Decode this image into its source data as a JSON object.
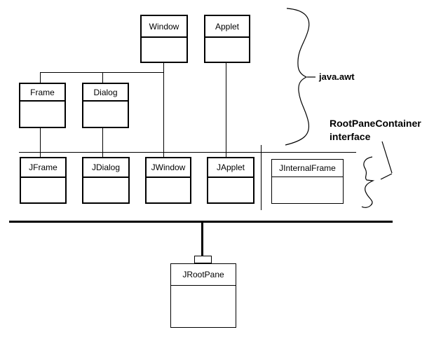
{
  "diagram": {
    "boxes": [
      {
        "id": "window",
        "label": "Window"
      },
      {
        "id": "applet",
        "label": "Applet"
      },
      {
        "id": "frame",
        "label": "Frame"
      },
      {
        "id": "dialog",
        "label": "Dialog"
      },
      {
        "id": "jframe",
        "label": "JFrame"
      },
      {
        "id": "jdialog",
        "label": "JDialog"
      },
      {
        "id": "jwindow",
        "label": "JWindow"
      },
      {
        "id": "japplet",
        "label": "JApplet"
      },
      {
        "id": "jinternalframe",
        "label": "JInternalFrame"
      },
      {
        "id": "jrootpane",
        "label": "JRootPane"
      }
    ],
    "annotations": {
      "java_awt": "java.awt",
      "rootpane_container_line1": "RootPaneContainer",
      "rootpane_container_line2": "interface"
    },
    "colors": {
      "line": "#000000",
      "background": "#ffffff"
    }
  }
}
